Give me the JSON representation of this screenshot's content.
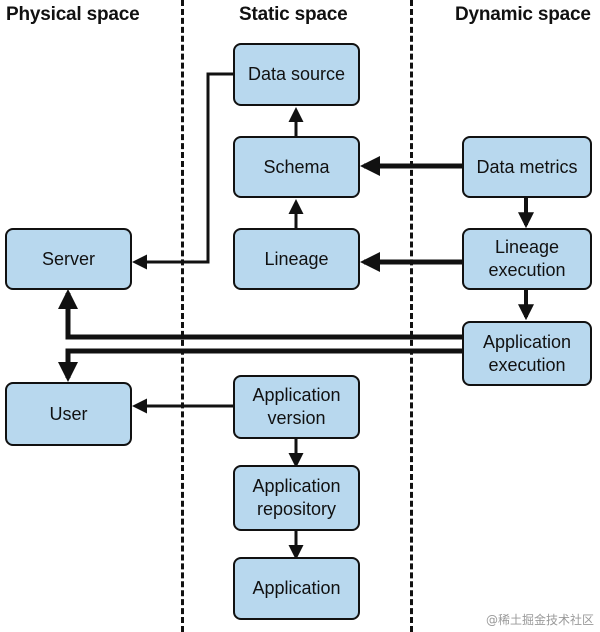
{
  "headings": {
    "physical": "Physical space",
    "static": "Static space",
    "dynamic": "Dynamic space"
  },
  "nodes": {
    "data_source": "Data source",
    "schema": "Schema",
    "lineage": "Lineage",
    "server": "Server",
    "user": "User",
    "data_metrics": "Data metrics",
    "lineage_execution": "Lineage\nexecution",
    "application_execution": "Application\nexecution",
    "application_version": "Application\nversion",
    "application_repository": "Application\nrepository",
    "application": "Application"
  },
  "watermark": "@稀土掘金技术社区",
  "colors": {
    "box_fill": "#b8d8ee",
    "stroke": "#111111"
  }
}
